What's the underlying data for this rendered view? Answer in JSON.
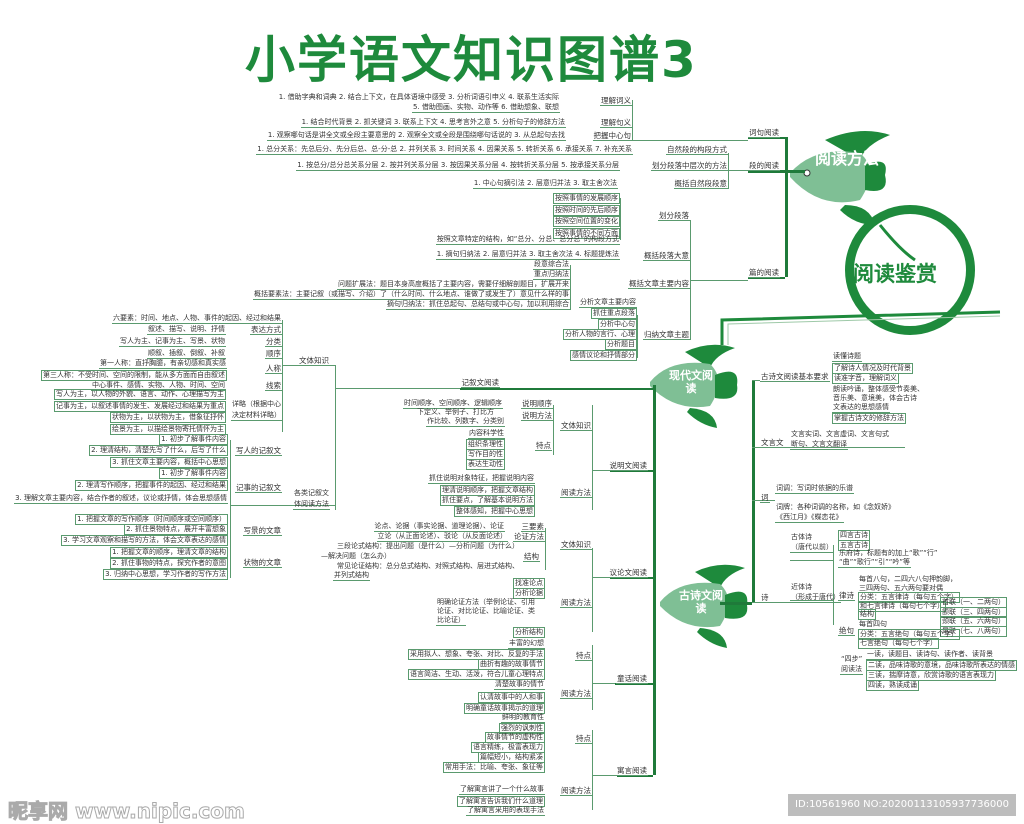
{
  "title": "小学语文知识图谱3",
  "hubs": {
    "method": "阅读方法",
    "appreciation": "阅读鉴赏",
    "modern": "现代文阅读",
    "classical": "古诗文阅读"
  },
  "colors": {
    "brand": "#1e8a3c",
    "line": "#5a9a6e",
    "fish": "#7fbf95"
  },
  "method": {
    "ciju": "词句阅读",
    "duan": "段的阅读",
    "pian": "篇的阅读",
    "cy": "理解词义",
    "cy_d1": "1. 借助字典和词典 2. 结合上下文，在具体语境中感受 3. 分析词语引申义 4. 联系生活实际",
    "cy_d2": "5. 借助图画、实物、动作等 6. 借助想象、联想",
    "jy": "理解句义",
    "jy_d": "1. 结合时代背景 2. 抓关键词 3. 联系上下文 4. 思考言外之意 5. 分析句子的修辞方法",
    "zx": "把握中心句",
    "zx_d": "1. 观察哪句话是讲全文或全段主要意思的 2. 观察全文或全段是围绕哪句话说的 3. 从总起句去找",
    "gd": "自然段的构段方式",
    "gd_d": "1. 总分关系：先总后分、先分后总、总-分-总 2. 并列关系 3. 时间关系 4. 因果关系 5. 转折关系 6. 承接关系 7. 补充关系",
    "cc": "划分段落中层次的方法",
    "cc_d": "1. 按总分/总分总关系分层 2. 按并列关系分层 3. 按因果关系分层 4. 按转折关系分层 5. 按承接关系分层",
    "zy": "概括自然段段意",
    "zy_d": "1. 中心句摘引法 2. 层意归并法 3. 取主舍次法",
    "hf": "划分段落",
    "hf_items": [
      "按照事情的发展顺序",
      "按照时间的先后顺序",
      "按照空间位置的变化",
      "按照事情的不同方面",
      "按照文章特定的结构，如“总分、分总、总分总”的构段方式"
    ],
    "dy": "概括段落大意",
    "dy_d": "1. 摘句归纳法 2. 层意归并法 3. 取主舍次法 4. 标题提炼法",
    "nr": "概括文章主要内容",
    "nr_items": [
      "段意综合法",
      "重点归纳法",
      "问题扩展法：题目本身高度概括了主要内容，需要仔细解剖题目，扩展开来",
      "概括要素法：主要记叙（或描写、介绍）了（什么时间、什么地点、谁做了或发生了）意见什么样的事",
      "摘句归纳法：抓住总起句、总结句或中心句，加以利用综合"
    ],
    "zt": "归纳文章主题",
    "zt_items": [
      "分析文章主要内容",
      "抓住重点段落",
      "分析中心句",
      "分析人物的言行、心理",
      "分析题目",
      "感情议论和抒情部分"
    ]
  },
  "narrative": {
    "name": "记叙文阅读",
    "wt": "文体知识",
    "six": "六要素：时间、地点、人物、事件的起因、经过和结果",
    "rows": [
      [
        "表达方式",
        "叙述、描写、说明、抒情"
      ],
      [
        "分类",
        "写人为主、记事为主、写景、状物"
      ],
      [
        "顺序",
        "顺叙、插叙、倒叙、补叙"
      ],
      [
        "线索",
        "中心事件、感情、实物、人物、时间、空间"
      ]
    ],
    "rc": "人称",
    "rc_items": [
      "第一人称：直抒胸臆，有亲切感和真实感",
      "第三人称：不受时间、空间的限制，能从多方面而自由叙述"
    ],
    "xl1": "详略（根据中心",
    "xl2": "决定材料详略）",
    "xl_items": [
      "写人为主，以人物的外貌、语言、动作、心理描写为主",
      "记事为主，以叙述事情的发生、发展经过和结果为重点",
      "状物为主，以状物为主，借象征抒怀",
      "绘景为主，以描绘景物寄托情怀为主"
    ],
    "gl1": "各类记叙文",
    "gl2": "体阅读方法",
    "types": [
      {
        "name": "写人的记叙文",
        "items": [
          "1. 初步了解事件内容",
          "2. 理清结构，清楚先写了什么，后写了什么",
          "3. 抓住文章主要内容，概括中心思想"
        ]
      },
      {
        "name": "记事的记叙文",
        "items": [
          "1. 初步了解事件内容",
          "2. 理清写作顺序，把握事件的起因、经过和结果",
          "3. 理解文章主要内容，结合作者的叙述，议论或抒情，体会思想感情"
        ]
      },
      {
        "name": "写景的文章",
        "items": [
          "1. 把握文章的写作顺序（时间顺序或空间顺序）",
          "2. 抓住景物特点，展开丰富想象",
          "3. 学习文章观察和描写的方法，体会文章表达的感情"
        ]
      },
      {
        "name": "状物的文章",
        "items": [
          "1. 把握文章的顺序，理清文章的结构",
          "2. 抓住事物的特点，探究作者的意图",
          "3. 归纳中心思想，学习作者的写作方法"
        ]
      }
    ]
  },
  "expository": {
    "name": "说明文阅读",
    "wt": "文体知识",
    "rm": "阅读方法",
    "sx": "说明顺序",
    "sx_d": "时间顺序、空间顺序、逻辑顺序",
    "ff": "说明方法",
    "ff_d1": "下定义、举例子、打比方",
    "ff_d2": "作比较、列数字、分类别",
    "td": "特点",
    "td_items": [
      "内容科学性",
      "组织条理性",
      "写作目的性",
      "表达生动性"
    ],
    "rm_items": [
      "抓住说明对象特征，把握说明内容",
      "理清说明顺序，把握文章结构",
      "抓住要点，了解基本说明方法",
      "整体感知，把握中心思想"
    ]
  },
  "argument": {
    "name": "议论文阅读",
    "wt": "文体知识",
    "rm": "阅读方法",
    "ys": "三要素",
    "ys_d": "论点、论据（事实论据、道理论据）、论证",
    "lz": "论证方法",
    "lz_d": "立论（从正面论述）、驳论（从反面论述）",
    "jg": "结构",
    "jg_d1": "三段论式结构：提出问题（是什么）—分析问题（为什么）",
    "jg_d2": "—解决问题（怎么办）",
    "jg_d3": "常见论证结构：总分总式结构、对照式结构、层进式结构、",
    "jg_d4": "并列式结构",
    "rm_items": [
      "找准论点",
      "分析论据",
      "明确论证方法（举例论证、引用",
      "论证、对比论证、比喻论证、类",
      "比论证）",
      "分析结构"
    ]
  },
  "fairy": {
    "name": "童话阅读",
    "td": "特点",
    "rm": "阅读方法",
    "td_items": [
      "丰富的幻想",
      "采用拟人、想象、夸张、对比、反复的手法",
      "曲折有趣的故事情节",
      "语言简洁、生动、活泼，符合儿童心理特点"
    ],
    "rm_items": [
      "清楚故事的情节",
      "认清故事中的人和事",
      "明确童话故事揭示的道理"
    ]
  },
  "fable": {
    "name": "寓言阅读",
    "td": "特点",
    "rm": "阅读方法",
    "td_items": [
      "鲜明的教育性",
      "强烈的讽刺性",
      "故事情节的虚构性",
      "语言精练，极富表现力",
      "篇幅短小，结构紧凑",
      "常用手法：比喻、夸张、象征等"
    ],
    "rm_items": [
      "了解寓言讲了一个什么故事",
      "了解寓言告诉我们什么道理",
      "了解寓言采用的表现手法"
    ]
  },
  "classical": {
    "req": "古诗文阅读基本要求",
    "req_items": [
      "读懂诗题",
      "了解诗人情况及时代背景",
      "读准字音，理解词义",
      "朗读吟诵，整体感受节奏美、",
      "音乐美、意境美，体会古诗",
      "文表达的思想感情",
      "掌握古诗文的修辞方法"
    ],
    "wy": "文言文",
    "wy_d1": "文言实词、文言虚词、文言句式",
    "wy_d2": "断句、文言文翻译",
    "ci": "词",
    "ci_d1": "词调：写词时依据的乐谱",
    "ci_d2": "词牌：各种词调的名称，如《念奴娇》",
    "ci_d3": "《西江月》《蝶恋花》",
    "shi": "诗",
    "gt1": "古体诗",
    "gt2": "（唐代以前）",
    "gt_items": [
      "四言古诗",
      "五言古诗",
      "乐府诗，标题有的加上“歌”“行”",
      "“曲”“歌行”“引”“吟”等"
    ],
    "jt1": "近体诗",
    "jt2": "（形成于唐代）",
    "ls": "律诗",
    "ls_items": [
      "每首八句，二四六八句押韵脚，",
      "三四两句、五六两句要对偶",
      "分类：五言律诗（每句五个字）",
      "和七言律诗（每句七个字）",
      "结构"
    ],
    "lian": [
      "首联（一、二两句）",
      "颔联（三、四两句）",
      "颈联（五、六两句）",
      "尾联（七、八两句）"
    ],
    "jj": "绝句",
    "jj_items": [
      "每首四句",
      "分类：五言绝句（每句五个字）",
      "七言绝句（每句七个字）"
    ],
    "sb1": "“四步”",
    "sb2": "阅读法",
    "sb_items": [
      "一读，读题目、读诗句、读作者、读背景",
      "二读，品味诗歌的意境，品味诗歌所表达的情感",
      "三读，揣摩诗意，欣赏诗歌的语言表现力",
      "四读，熟读成诵"
    ]
  },
  "watermark": {
    "logo": "昵享网 www.nipic.com",
    "id": "ID:10561960 NO:20200113105937736000"
  }
}
